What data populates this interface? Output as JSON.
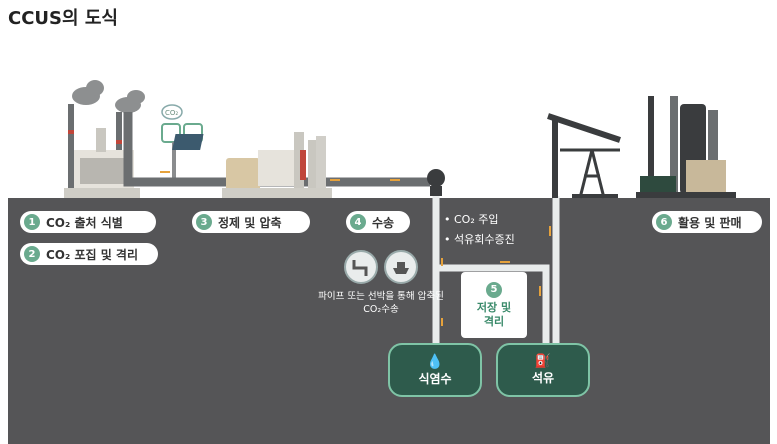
{
  "title": "CCUS의 도식",
  "steps": [
    {
      "num": "1",
      "label": "CO₂ 출처 식별"
    },
    {
      "num": "2",
      "label": "CO₂ 포집 및 격리"
    },
    {
      "num": "3",
      "label": "정제 및 압축"
    },
    {
      "num": "4",
      "label": "수송"
    },
    {
      "num": "5",
      "label": "저장 및\n격리"
    },
    {
      "num": "6",
      "label": "활용 및 판매"
    }
  ],
  "bullets": [
    "CO₂ 주입",
    "석유회수증진"
  ],
  "transport_note": "파이프 또는 선박을 통해 압축된 CO₂수송",
  "reservoirs": {
    "saline": "식염수",
    "oil": "석유"
  },
  "co2_cloud": "CO₂",
  "colors": {
    "ground": "#555557",
    "accent": "#6aaa8e",
    "pipe": "#e9ecec",
    "arrow": "#e6a23c"
  }
}
